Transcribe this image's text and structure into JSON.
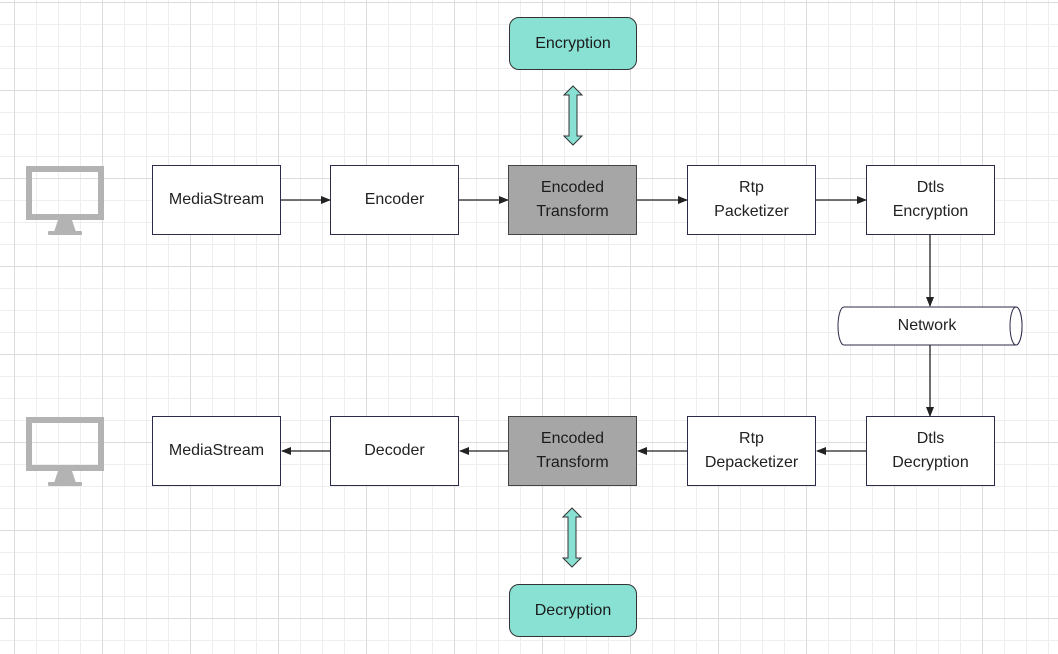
{
  "nodes": {
    "encryption_top": "Encryption",
    "decryption_bottom": "Decryption",
    "tx": {
      "mediastream": "MediaStream",
      "encoder": "Encoder",
      "encoded_transform": "Encoded\nTransform",
      "rtp": "Rtp\nPacketizer",
      "dtls": "Dtls\nEncryption"
    },
    "network": "Network",
    "rx": {
      "mediastream": "MediaStream",
      "decoder": "Decoder",
      "encoded_transform": "Encoded\nTransform",
      "rtp": "Rtp\nDepacketizer",
      "dtls": "Dtls\nDecryption"
    }
  },
  "icons": {
    "sender": "monitor-icon",
    "receiver": "monitor-icon"
  },
  "colors": {
    "teal": "#88e1d3",
    "gray": "#a6a6a6",
    "border": "#2b2b4a",
    "arrow": "#222222",
    "icon": "#b3b3b3"
  }
}
